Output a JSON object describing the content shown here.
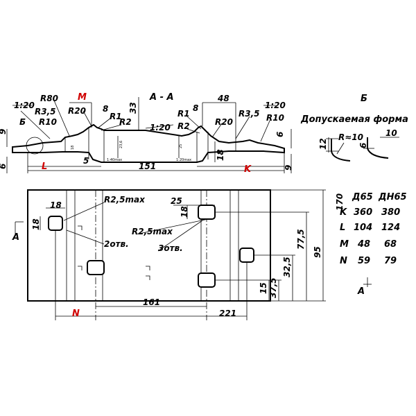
{
  "section": {
    "title": "А - А",
    "labels": {
      "slope_left": "1:20",
      "r80": "R80",
      "m": "M",
      "r35_left": "R3,5",
      "r10_left": "R10",
      "r20_left": "R20",
      "dim8_left": "8",
      "r1_left": "R1",
      "r2_left": "R2",
      "dim33": "33",
      "slope_mid": "1:20",
      "dim48": "48",
      "dim8_right": "8",
      "r1_right": "R1",
      "r2_right": "R2",
      "r20_right": "R20",
      "r35_right": "R3,5",
      "slope_right": "1:20",
      "r10_right": "R10",
      "b_callout": "Б",
      "dim9_left": "9",
      "dim6_left": "6",
      "l_label": "L",
      "dim5": "5",
      "dim151": "151",
      "k_label": "K",
      "dim18": "18",
      "dim6_right": "6",
      "dim9_right": "9",
      "slope_small_1": "1:40max",
      "slope_small_2": "1:20max",
      "tiny_18": "18",
      "tiny_236": "23,6",
      "tiny_25": "25"
    }
  },
  "detail_b": {
    "title": "Б",
    "subtitle": "Допускаемая форма",
    "r_label": "R≈10",
    "dim10": "10",
    "dim12": "12",
    "dim6": "6"
  },
  "plan": {
    "labels": {
      "dim18_top": "18",
      "r25max_top": "R2,5max",
      "dim25": "25",
      "dim18_right": "18",
      "dim18_left": "18",
      "a_left": "А",
      "r25max_mid": "R2,5max",
      "holes2": "2отв.",
      "holes3": "3отв.",
      "dim170": "170",
      "dim95": "95",
      "dim775": "77,5",
      "dim325": "32,5",
      "dim375": "37,5",
      "dim15": "15",
      "n_label": "N",
      "dim161": "161",
      "dim221": "221",
      "a_right": "А"
    }
  },
  "table": {
    "header": [
      "Д65",
      "ДН65"
    ],
    "rows": [
      {
        "key": "K",
        "v1": "360",
        "v2": "380"
      },
      {
        "key": "L",
        "v1": "104",
        "v2": "124"
      },
      {
        "key": "M",
        "v1": "48",
        "v2": "68"
      },
      {
        "key": "N",
        "v1": "59",
        "v2": "79"
      }
    ]
  }
}
